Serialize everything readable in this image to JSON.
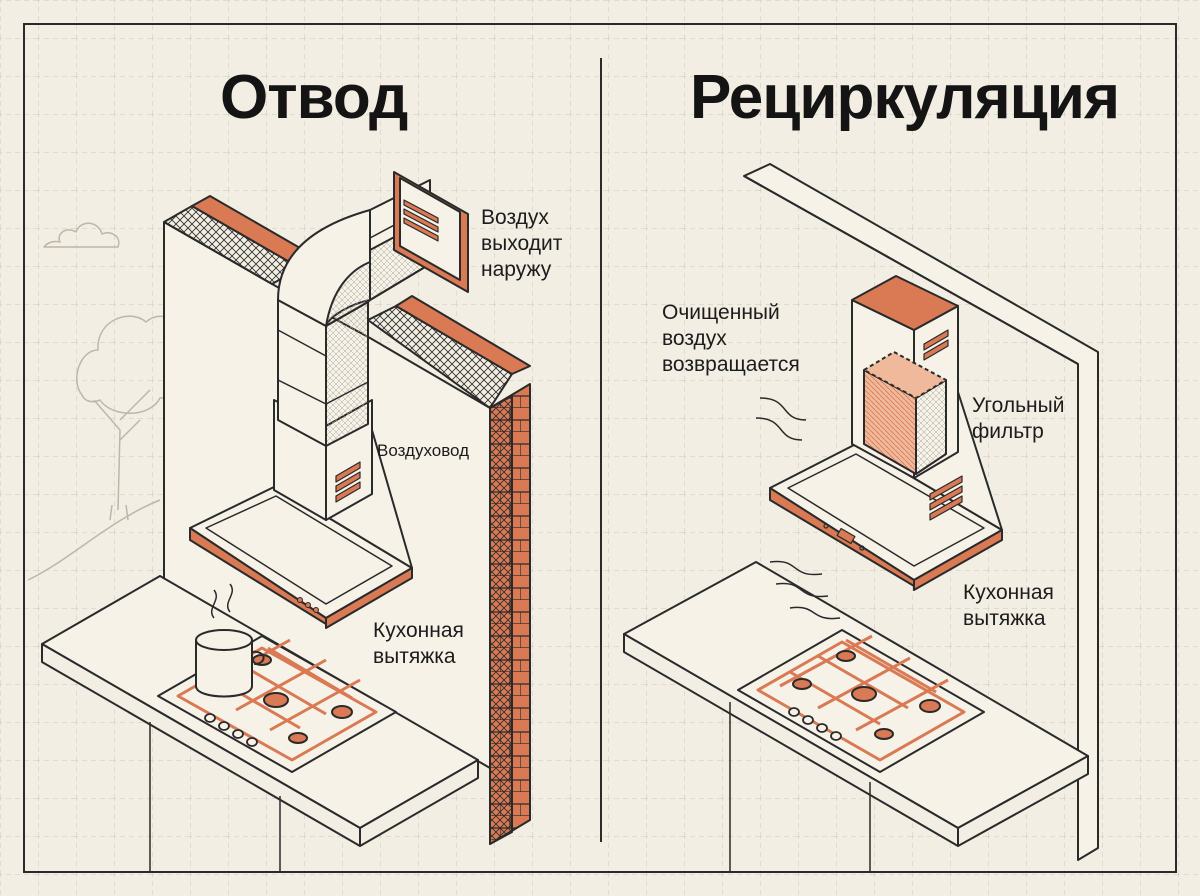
{
  "sections": {
    "left": {
      "title": "Отвод",
      "label_air_outside": "Воздух\nвыходит\nнаружу",
      "label_duct": "Воздуховод",
      "label_hood": "Кухонная\nвытяжка"
    },
    "right": {
      "title": "Рециркуляция",
      "label_clean_air": "Очищенный\nвоздух\nвозвращается",
      "label_filter": "Угольный\nфильтр",
      "label_hood": "Кухонная\nвытяжка"
    }
  },
  "colors": {
    "background": "#f3eee3",
    "grid": "#cfc8bb",
    "ink": "#2a2a2a",
    "accent": "#d97a55",
    "surface": "#f7f2e8",
    "sketch": "#bdb6a9"
  }
}
